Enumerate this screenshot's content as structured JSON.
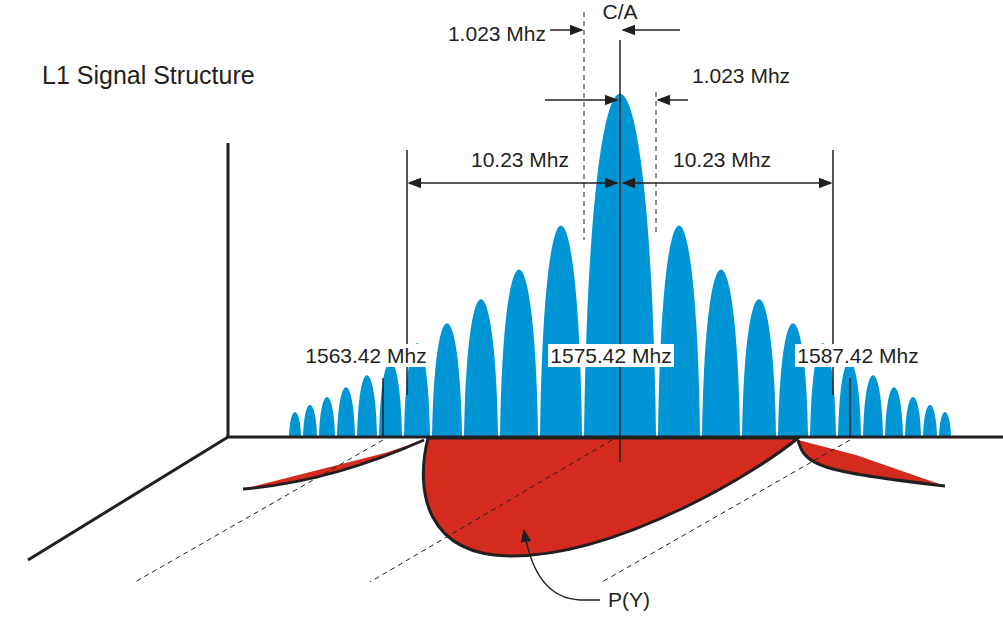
{
  "diagram": {
    "title": "L1 Signal Structure",
    "labels": [
      "C/A",
      "1.023 Mhz",
      "1.023 Mhz",
      "10.23 Mhz",
      "10.23 Mhz",
      "1563.42 Mhz",
      "1575.42 Mhz",
      "1587.42 Mhz",
      "P(Y)"
    ]
  }
}
